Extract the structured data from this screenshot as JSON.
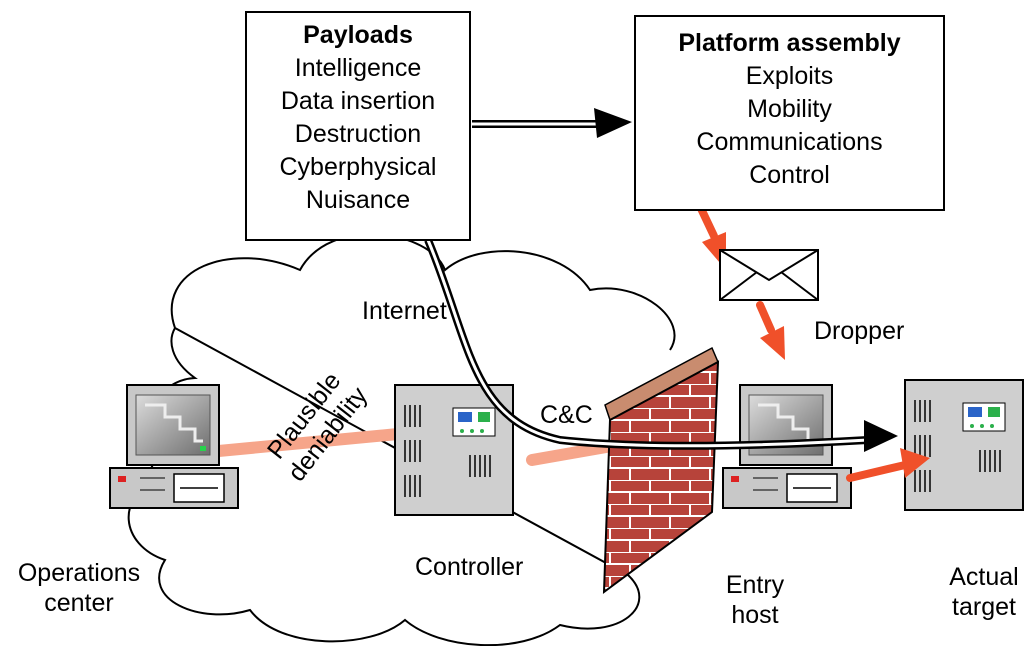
{
  "payloads": {
    "title": "Payloads",
    "items": [
      "Intelligence",
      "Data insertion",
      "Destruction",
      "Cyberphysical",
      "Nuisance"
    ]
  },
  "platform": {
    "title": "Platform assembly",
    "items": [
      "Exploits",
      "Mobility",
      "Communications",
      "Control"
    ]
  },
  "labels": {
    "internet": "Internet",
    "dropper": "Dropper",
    "cnc": "C&C",
    "plausible": "Plausible",
    "deniability": "deniability"
  },
  "nodes": {
    "operations_center": [
      "Operations",
      "center"
    ],
    "controller": "Controller",
    "entry_host": [
      "Entry",
      "host"
    ],
    "actual_target": [
      "Actual",
      "target"
    ]
  },
  "colors": {
    "attack_arrow": "#f0502a",
    "deniability_link": "#f6a58a",
    "firewall_brick": "#b7433a"
  }
}
